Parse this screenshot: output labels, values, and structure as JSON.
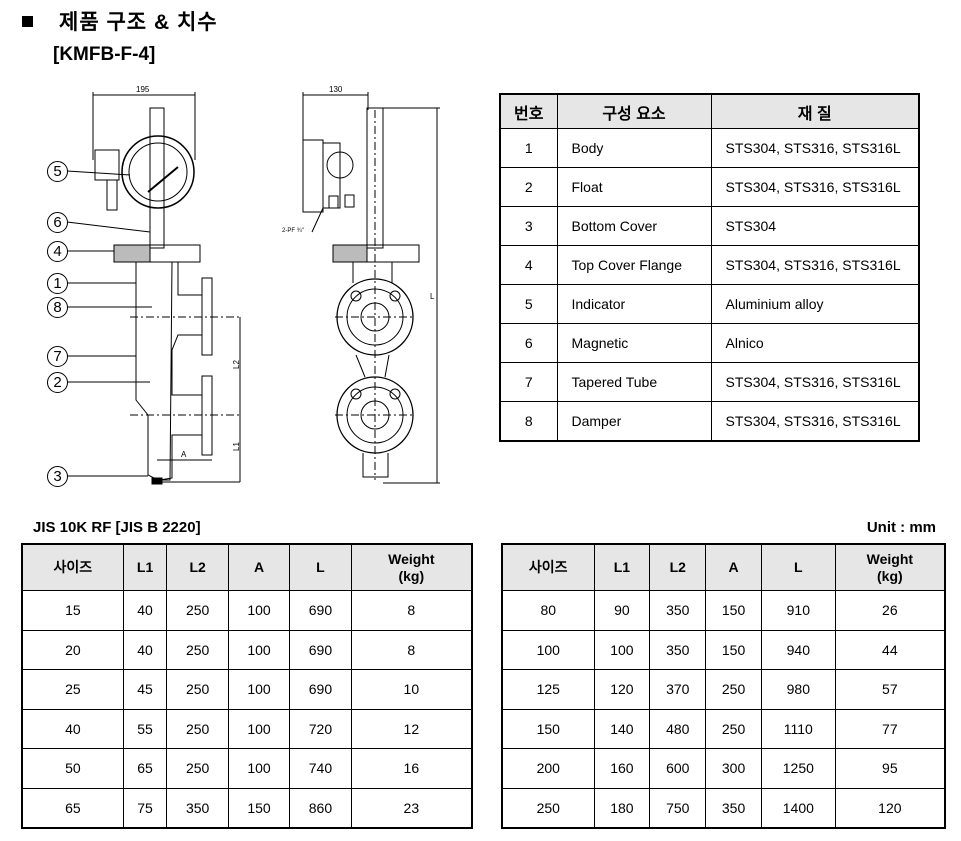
{
  "header": {
    "title": "제품 구조 & 치수",
    "model": "[KMFB-F-4]"
  },
  "drawing": {
    "dim_front_width": "195",
    "dim_side_width": "130",
    "conduit_label": "2-PF ¾\"",
    "dim_L": "L",
    "dim_L1": "L1",
    "dim_L2": "L2",
    "dim_A": "A",
    "callouts": [
      "5",
      "6",
      "4",
      "1",
      "8",
      "7",
      "2",
      "3"
    ]
  },
  "parts_table": {
    "headers": [
      "번호",
      "구성 요소",
      "재 질"
    ],
    "rows": [
      [
        "1",
        "Body",
        "STS304, STS316, STS316L"
      ],
      [
        "2",
        "Float",
        "STS304, STS316, STS316L"
      ],
      [
        "3",
        "Bottom Cover",
        "STS304"
      ],
      [
        "4",
        "Top Cover Flange",
        "STS304, STS316, STS316L"
      ],
      [
        "5",
        "Indicator",
        "Aluminium alloy"
      ],
      [
        "6",
        "Magnetic",
        "Alnico"
      ],
      [
        "7",
        "Tapered Tube",
        "STS304, STS316, STS316L"
      ],
      [
        "8",
        "Damper",
        "STS304, STS316, STS316L"
      ]
    ]
  },
  "dimensions": {
    "standard": "JIS 10K RF [JIS B 2220]",
    "unit": "Unit : mm",
    "headers": [
      "사이즈",
      "L1",
      "L2",
      "A",
      "L",
      "Weight\n(kg)"
    ],
    "left_rows": [
      [
        "15",
        "40",
        "250",
        "100",
        "690",
        "8"
      ],
      [
        "20",
        "40",
        "250",
        "100",
        "690",
        "8"
      ],
      [
        "25",
        "45",
        "250",
        "100",
        "690",
        "10"
      ],
      [
        "40",
        "55",
        "250",
        "100",
        "720",
        "12"
      ],
      [
        "50",
        "65",
        "250",
        "100",
        "740",
        "16"
      ],
      [
        "65",
        "75",
        "350",
        "150",
        "860",
        "23"
      ]
    ],
    "right_rows": [
      [
        "80",
        "90",
        "350",
        "150",
        "910",
        "26"
      ],
      [
        "100",
        "100",
        "350",
        "150",
        "940",
        "44"
      ],
      [
        "125",
        "120",
        "370",
        "250",
        "980",
        "57"
      ],
      [
        "150",
        "140",
        "480",
        "250",
        "1110",
        "77"
      ],
      [
        "200",
        "160",
        "600",
        "300",
        "1250",
        "95"
      ],
      [
        "250",
        "180",
        "750",
        "350",
        "1400",
        "120"
      ]
    ]
  }
}
